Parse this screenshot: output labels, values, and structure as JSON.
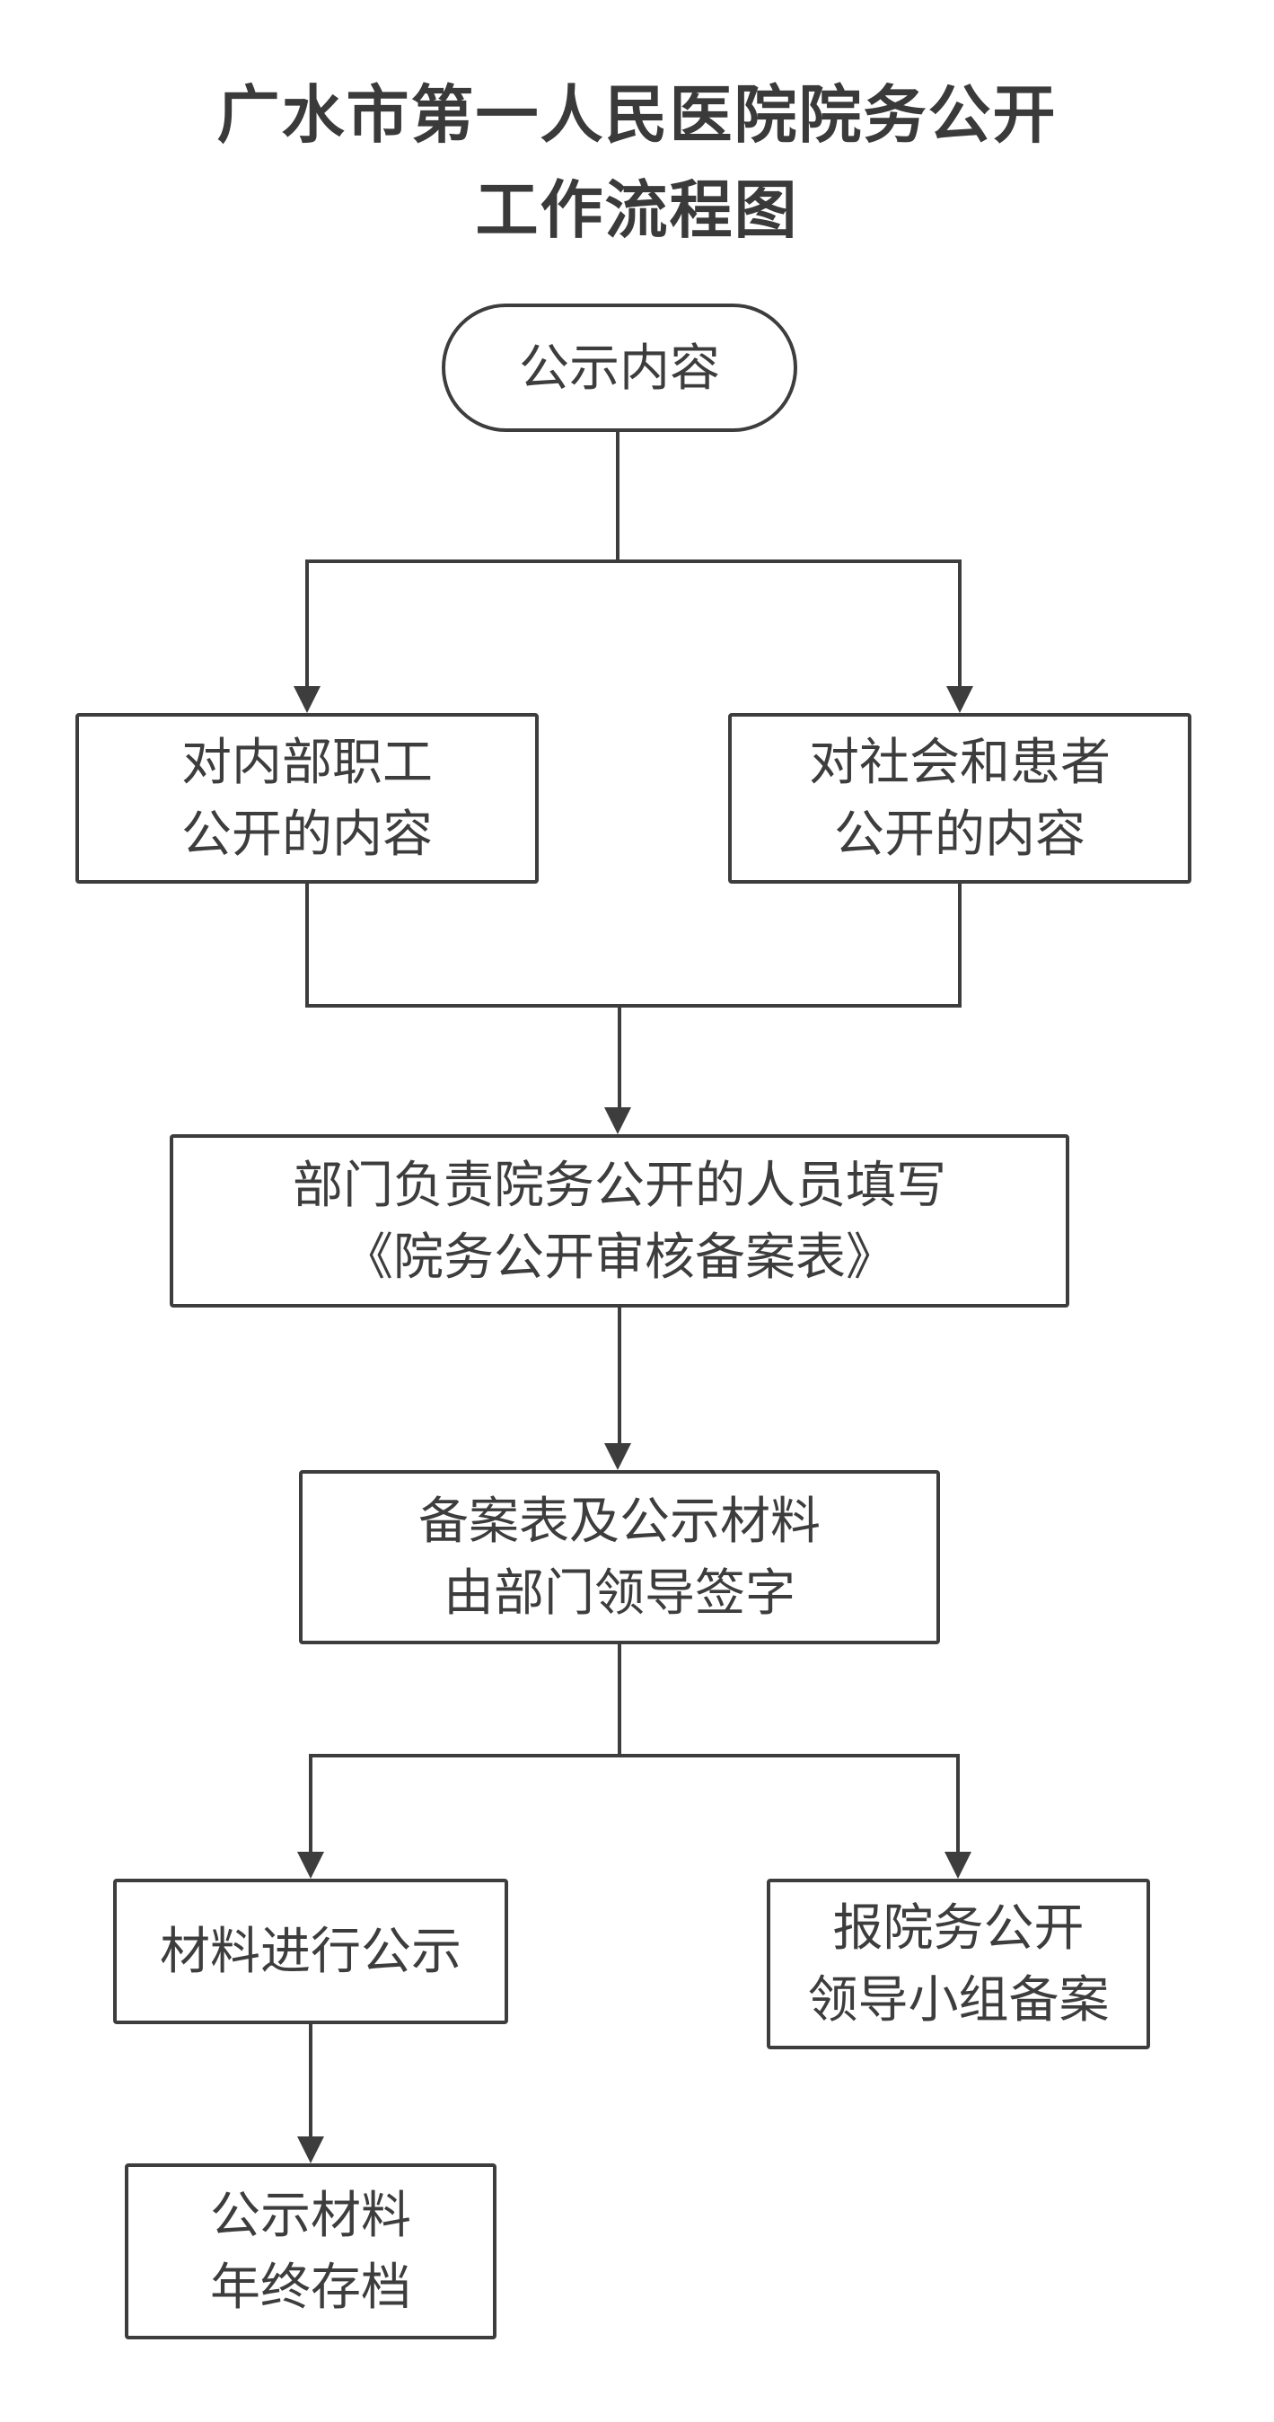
{
  "title": {
    "line1": "广水市第一人民医院院务公开",
    "line2": "工作流程图"
  },
  "nodes": {
    "start": "公示内容",
    "internal": "对内部职工\n公开的内容",
    "society": "对社会和患者\n公开的内容",
    "form": "部门负责院务公开的人员填写\n《院务公开审核备案表》",
    "sign": "备案表及公示材料\n由部门领导签字",
    "publicize": "材料进行公示",
    "report": "报院务公开\n领导小组备案",
    "archive": "公示材料\n年终存档"
  },
  "colors": {
    "line": "#3d3d3d",
    "text": "#3a3a3a",
    "background": "#ffffff"
  }
}
